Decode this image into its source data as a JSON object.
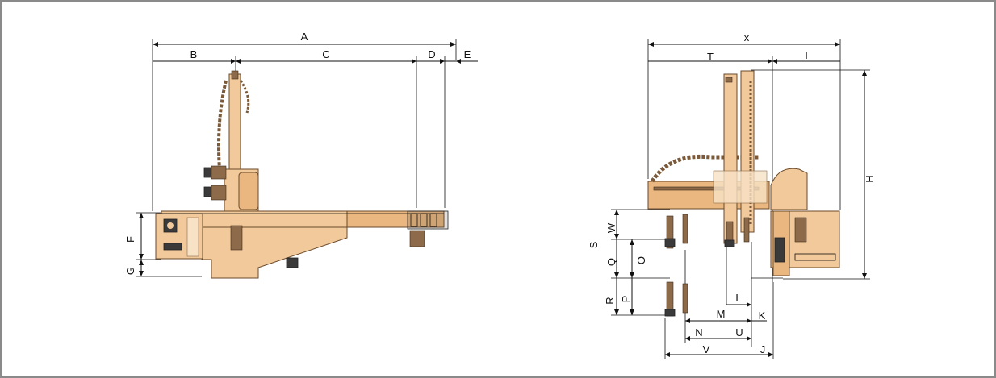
{
  "labels": {
    "A": "A",
    "B": "B",
    "C": "C",
    "D": "D",
    "E": "E",
    "F": "F",
    "G": "G",
    "x": "x",
    "T": "T",
    "I": "I",
    "H": "H",
    "W": "W",
    "S": "S",
    "O": "O",
    "Q": "Q",
    "R": "R",
    "P": "P",
    "L": "L",
    "M": "M",
    "K": "K",
    "N": "N",
    "U": "U",
    "V": "V",
    "J": "J"
  },
  "colors": {
    "machine_body": "#f2c99a",
    "machine_shade": "#e9b77f",
    "outline": "#6b4a2b",
    "frame_border": "#8a8a8a"
  }
}
